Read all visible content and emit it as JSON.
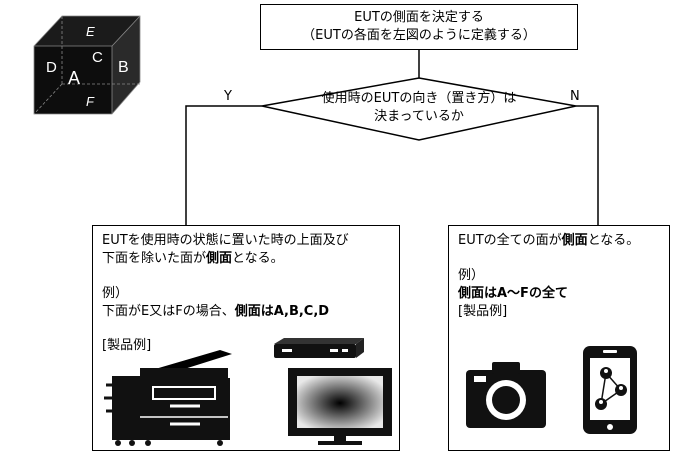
{
  "cube": {
    "face_front": "A",
    "face_right": "B",
    "face_back": "C",
    "face_left": "D",
    "face_top": "E",
    "face_bottom": "F"
  },
  "start_box": {
    "line1": "EUTの側面を決定する",
    "line2": "（EUTの各面を左図のように定義する）"
  },
  "decision": {
    "line1": "使用時のEUTの向き（置き方）は",
    "line2": "決まっているか",
    "yes_label": "Y",
    "no_label": "N"
  },
  "left_box": {
    "line1": "EUTを使用時の状態に置いた時の上面及び",
    "line2_prefix": "下面を除いた面が",
    "line2_bold": "側面",
    "line2_suffix": "となる。",
    "example_label": "例）",
    "example_prefix": "下面がE又はFの場合、",
    "example_bold": "側面はA,B,C,D",
    "products_label": "[製品例]",
    "icons": [
      "printer-icon",
      "set-top-box-icon",
      "monitor-icon"
    ]
  },
  "right_box": {
    "line1_prefix": "EUTの全ての面が",
    "line1_bold": "側面",
    "line1_suffix": "となる。",
    "example_label": "例）",
    "example_bold": "側面はA～Fの全て",
    "products_label": "[製品例]",
    "icons": [
      "camera-icon",
      "smartphone-icon"
    ]
  }
}
